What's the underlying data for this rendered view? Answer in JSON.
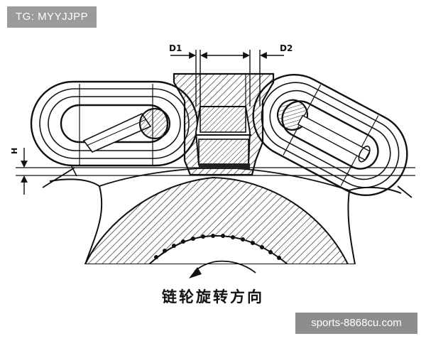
{
  "watermarks": {
    "top_left": "TG: MYYJJPP",
    "bottom_right": "sports-8868cu.com"
  },
  "labels": {
    "d1": "D1",
    "d2": "D2",
    "h": "H"
  },
  "caption": "链轮旋转方向"
}
